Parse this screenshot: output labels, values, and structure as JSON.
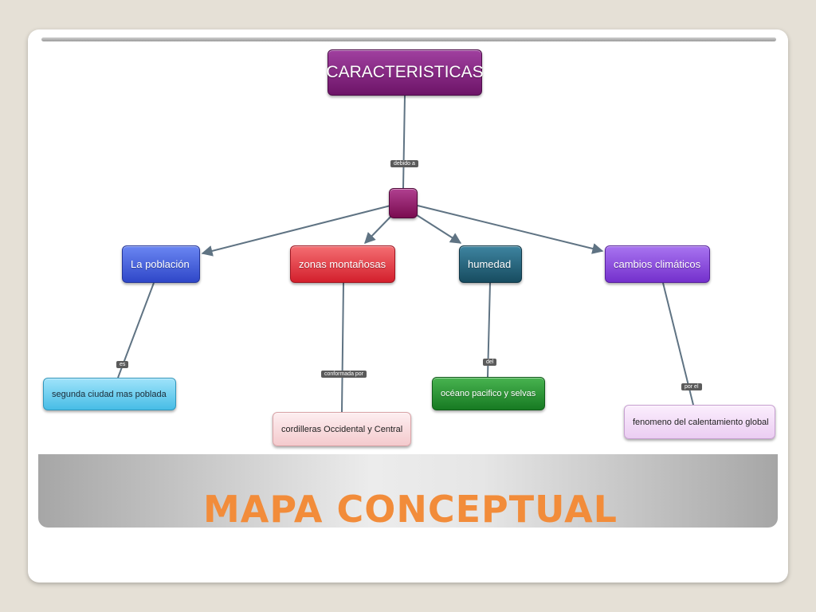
{
  "map": {
    "root": "CARACTERISTICAS",
    "root_link": "debido a",
    "hub": "",
    "branches": [
      {
        "concept": "La población",
        "link": "es",
        "detail": "segunda ciudad mas poblada"
      },
      {
        "concept": "zonas montañosas",
        "link": "conformada por",
        "detail": "cordilleras Occidental y Central"
      },
      {
        "concept": "humedad",
        "link": "del",
        "detail": "océano pacifico y selvas"
      },
      {
        "concept": "cambios climáticos",
        "link": "por el",
        "detail": "fenomeno del calentamiento global"
      }
    ]
  },
  "footer": {
    "title": "MAPA CONCEPTUAL"
  },
  "colors": {
    "root": "#7b1a78",
    "hub": "#8b1060",
    "poblacion": "#3d5bd8",
    "montanosas": "#e0303a",
    "humedad": "#1f5d74",
    "cambios": "#8640d8",
    "segunda": "#5cc6ea",
    "cordilleras": "#f7d6d8",
    "oceano": "#1e8a2c",
    "fenomeno": "#f1d8f5",
    "title": "#f28c3a"
  }
}
